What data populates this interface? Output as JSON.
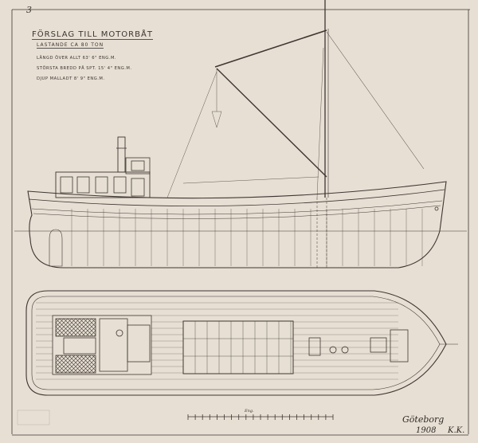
{
  "sheet_number": "3",
  "title": "FÖRSLAG TILL MOTORBÅT",
  "subtitle": "LASTANDE CA 80 TON",
  "specs": [
    "LÄNGD ÖVER ALLT 63' 6\" ENG.M.",
    "STÖRSTA BREDD PÅ SPT. 15' 4\" ENG.M.",
    "DJUP MALLADT 8' 9\" ENG.M."
  ],
  "scale_label": "Eng.",
  "signature": {
    "place": "Göteborg",
    "year": "1908",
    "initials": "K.K."
  },
  "colors": {
    "paper": "#e7dfd3",
    "ink": "#3a3430"
  }
}
